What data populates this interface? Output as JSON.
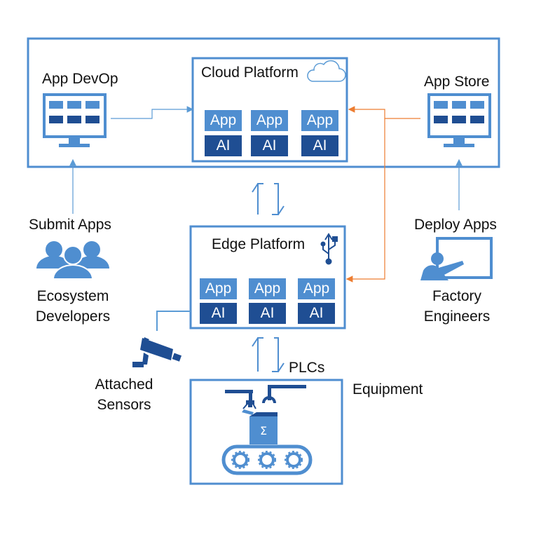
{
  "cloud": {
    "title": "Cloud Platform",
    "tiles": [
      {
        "app": "App",
        "ai": "AI"
      },
      {
        "app": "App",
        "ai": "AI"
      },
      {
        "app": "App",
        "ai": "AI"
      }
    ]
  },
  "edge": {
    "title": "Edge Platform",
    "tiles": [
      {
        "app": "App",
        "ai": "AI"
      },
      {
        "app": "App",
        "ai": "AI"
      },
      {
        "app": "App",
        "ai": "AI"
      }
    ]
  },
  "labels": {
    "app_devop": "App DevOp",
    "app_store": "App Store",
    "submit_apps": "Submit Apps",
    "ecosystem_line1": "Ecosystem",
    "ecosystem_line2": "Developers",
    "deploy_apps": "Deploy Apps",
    "factory_line1": "Factory",
    "factory_line2": "Engineers",
    "attached_line1": "Attached",
    "attached_line2": "Sensors",
    "plcs": "PLCs",
    "equipment": "Equipment"
  },
  "colors": {
    "primary_blue": "#4f8ed0",
    "dark_blue": "#1f4e93",
    "orange": "#ed7d31",
    "connector_blue": "#5b9bd5"
  },
  "icons": [
    "monitor-icon",
    "cloud-icon",
    "usb-icon",
    "users-icon",
    "presenter-icon",
    "camera-icon",
    "factory-conveyor-icon",
    "sync-arrows-icon"
  ]
}
